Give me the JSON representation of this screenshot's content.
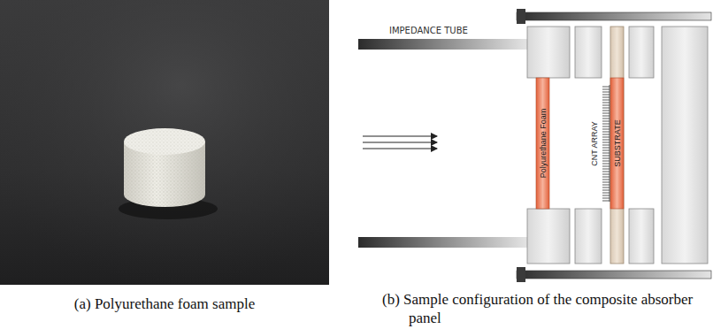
{
  "diagram": {
    "nodes": [
      {
        "text": [
          "Polyurethane Foam"
        ]
      },
      {
        "text": [
          "SUBSTRATE"
        ]
      }
    ],
    "labels": [
      "IMPEDANCE TUBE",
      "CNT ARRAY",
      "(a) Polyurethane foam sample",
      "(b) Sample configuration of the composite absorber panel"
    ]
  }
}
